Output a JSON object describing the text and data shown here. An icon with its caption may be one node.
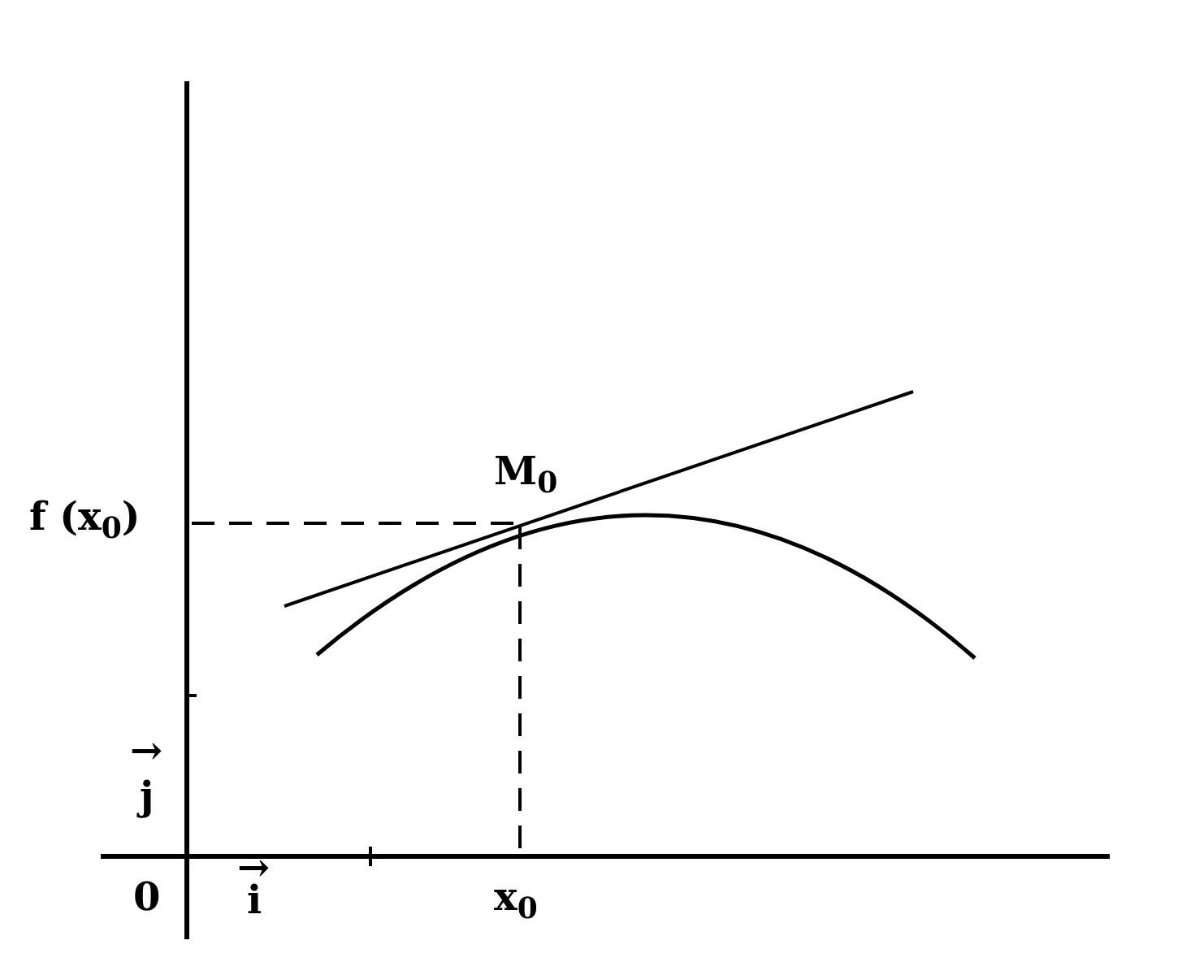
{
  "diagram": {
    "labels": [
      "f (x$_{0}$)",
      "M$_{0}$",
      "→",
      "j",
      "0",
      "→",
      "i",
      "x$_{0}$"
    ]
  }
}
